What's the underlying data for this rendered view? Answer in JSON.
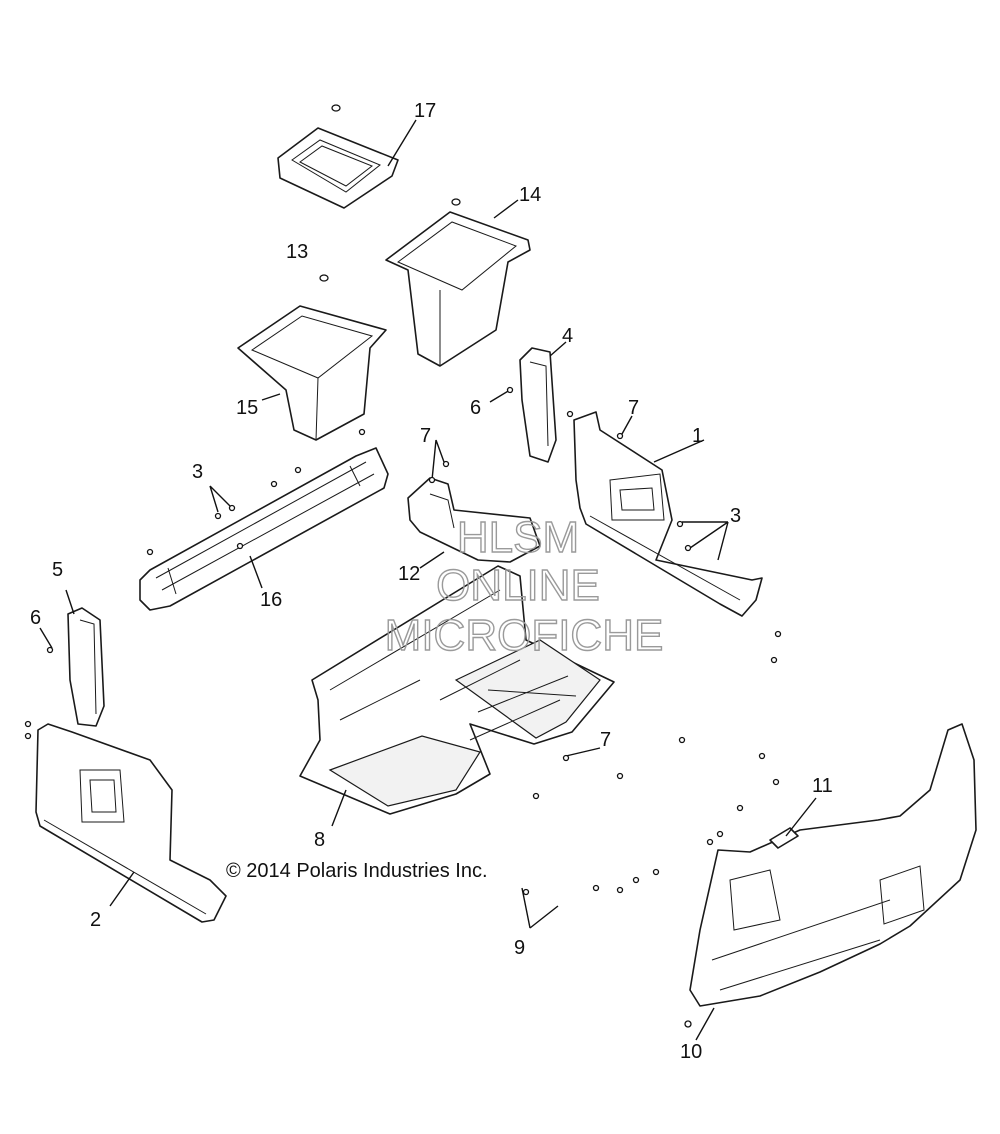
{
  "callouts": {
    "c1": "1",
    "c2": "2",
    "c3a": "3",
    "c3b": "3",
    "c4": "4",
    "c5": "5",
    "c6a": "6",
    "c6b": "6",
    "c7a": "7",
    "c7b": "7",
    "c7c": "7",
    "c8": "8",
    "c9": "9",
    "c10": "10",
    "c11": "11",
    "c12": "12",
    "c13": "13",
    "c14": "14",
    "c15": "15",
    "c16": "16",
    "c17": "17"
  },
  "watermark": {
    "line1": "HLSM",
    "line2": "ONLINE",
    "line3": "MICROFICHE"
  },
  "copyright": "© 2014 Polaris Industries Inc."
}
